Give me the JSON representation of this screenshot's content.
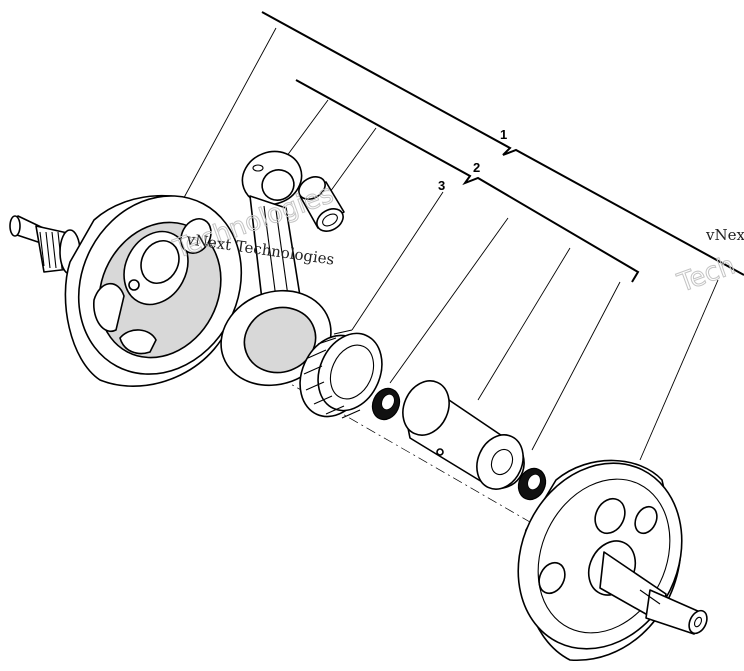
{
  "callouts": {
    "item_1": "1",
    "item_2": "2",
    "item_3": "3"
  },
  "watermark": {
    "line": "vNext Technologies",
    "partial": "vNex",
    "ghost": "Technologies",
    "ghost_partial": "Tech",
    "color": "#c4c4c4"
  },
  "colors": {
    "ink": "#000000",
    "background": "#ffffff"
  }
}
